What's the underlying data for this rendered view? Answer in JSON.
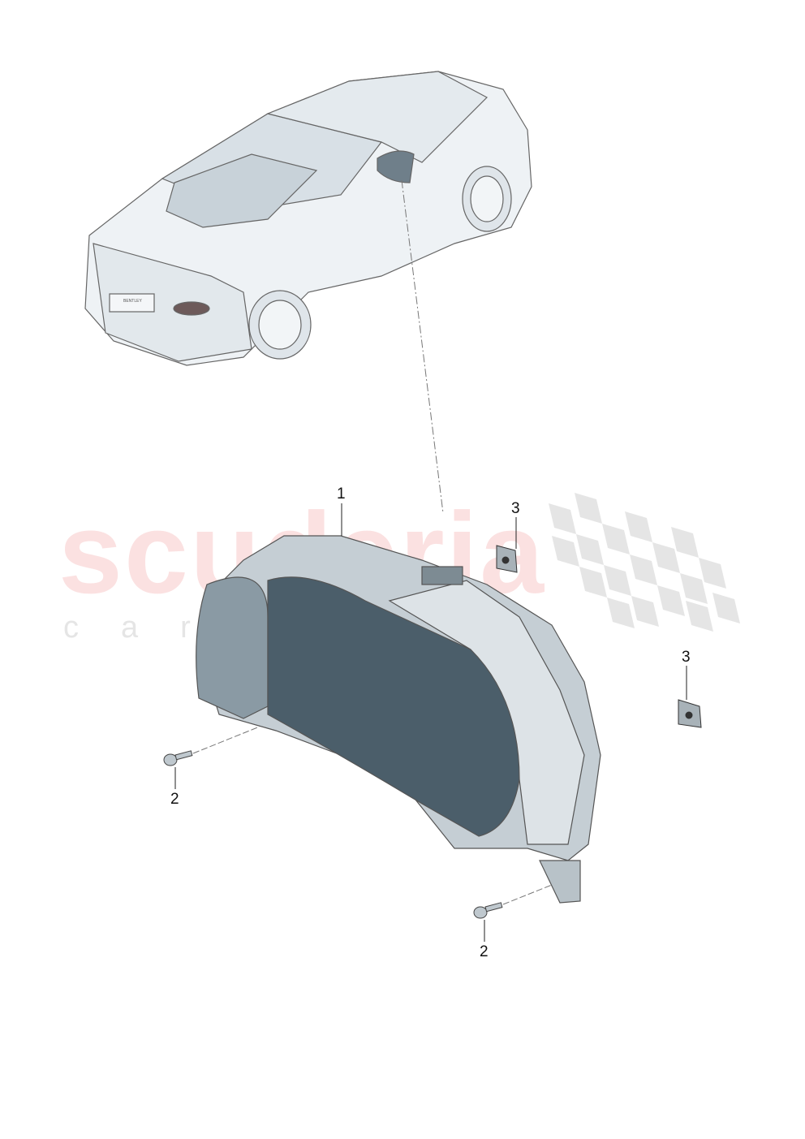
{
  "watermark": {
    "brand": "scuderia",
    "tagline": "car parts"
  },
  "callouts": [
    {
      "id": "1",
      "part": "instrument-cluster"
    },
    {
      "id": "2",
      "part": "screw-left"
    },
    {
      "id": "2",
      "part": "screw-right"
    },
    {
      "id": "3",
      "part": "clip-top"
    },
    {
      "id": "3",
      "part": "clip-right"
    }
  ],
  "car_badge": "BENTLEY"
}
